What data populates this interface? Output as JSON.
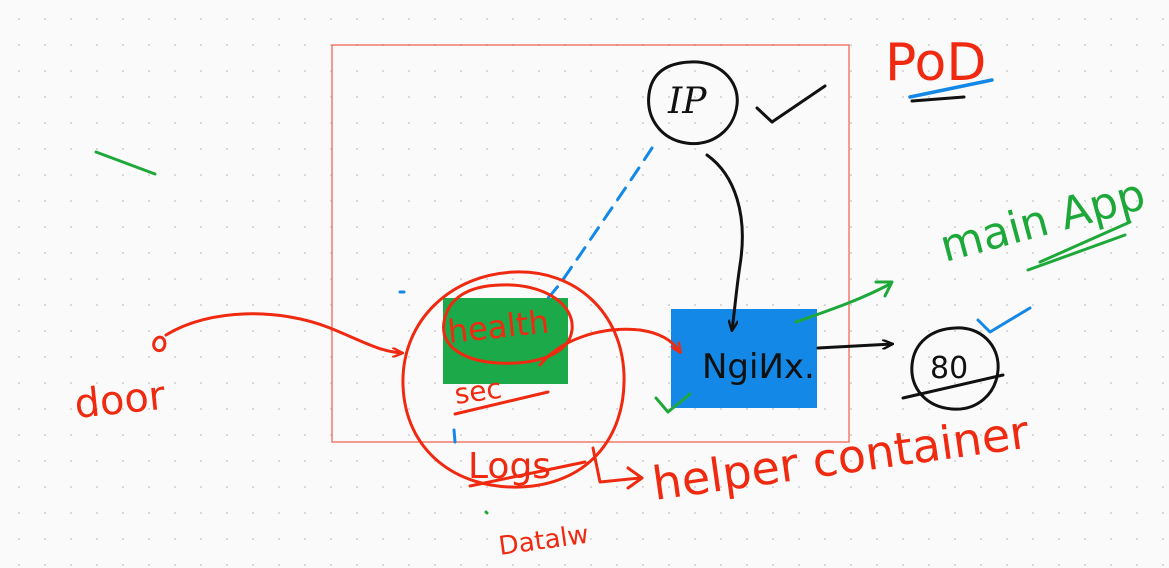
{
  "canvas": {
    "background": "#fafafa",
    "dot_color": "#d6d6d6",
    "pen_colors": {
      "red": "#f02a10",
      "green": "#1fa83a",
      "blue": "#1488e6",
      "black": "#111111"
    }
  },
  "diagram": {
    "pod_label": "PoD",
    "ip_label": "IP",
    "nginx_label": "NgiИx.",
    "port_label": "80",
    "health_label": "health",
    "sec_label": "sec",
    "logs_label": "Logs",
    "door_label": "door",
    "main_app_label": "main App",
    "helper_label": "helper container",
    "datalw_label": "Datalw",
    "nodes": [
      {
        "id": "pod-box",
        "type": "container",
        "label_ref": "pod_label"
      },
      {
        "id": "health-box",
        "type": "container",
        "color": "#1ca94a"
      },
      {
        "id": "nginx-box",
        "type": "container",
        "color": "#1488e6"
      },
      {
        "id": "ip-node",
        "type": "circle"
      },
      {
        "id": "port-node",
        "type": "circle"
      }
    ],
    "edges": [
      {
        "from": "ip-node",
        "to": "nginx-box",
        "style": "solid",
        "color": "black"
      },
      {
        "from": "nginx-box",
        "to": "port-node",
        "style": "solid",
        "color": "black"
      },
      {
        "from": "ip-node",
        "to": "health-box",
        "style": "dashed",
        "color": "blue"
      },
      {
        "from": "door",
        "to": "health-box",
        "style": "solid",
        "color": "red"
      },
      {
        "from": "health-box",
        "to": "nginx-box",
        "style": "solid",
        "color": "red"
      }
    ]
  }
}
